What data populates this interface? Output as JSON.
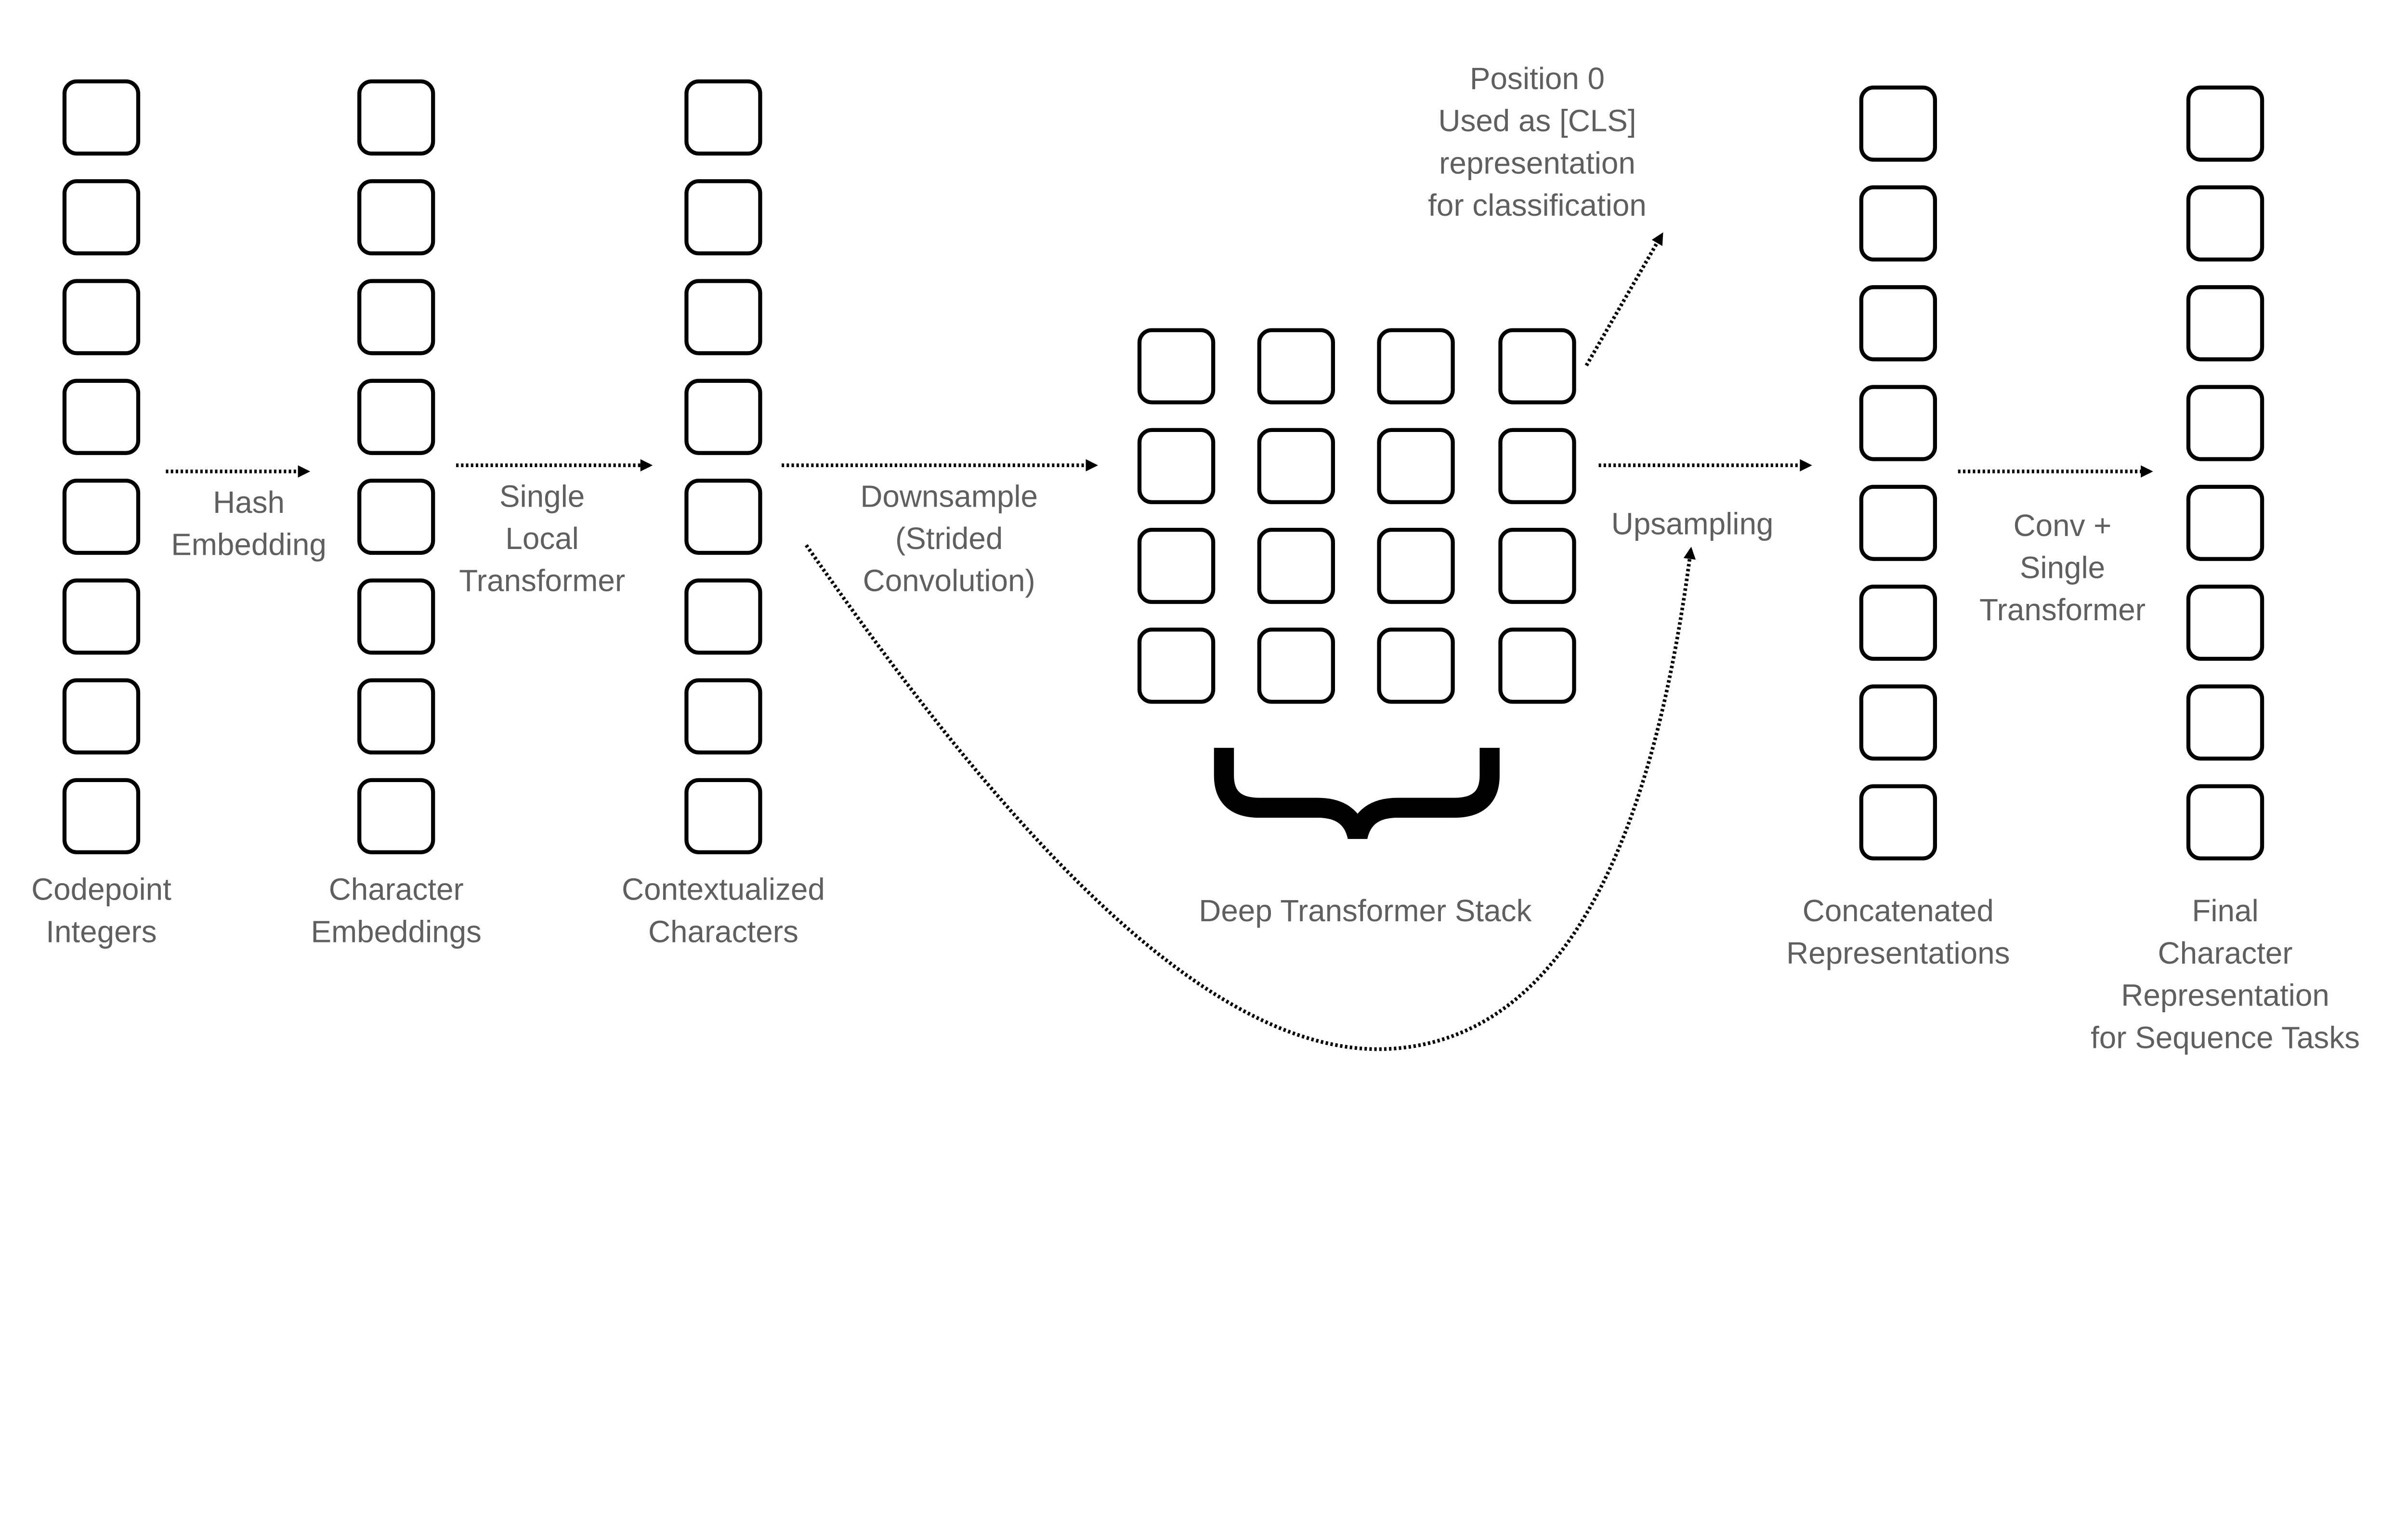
{
  "columns": [
    {
      "label": [
        "Codepoint",
        "Integers"
      ],
      "cells": 8
    },
    {
      "label": [
        "Character",
        "Embeddings"
      ],
      "cells": 8
    },
    {
      "label": [
        "Contextualized",
        "Characters"
      ],
      "cells": 8
    },
    {
      "label": [
        "Concatenated",
        "Representations"
      ],
      "cells": 8
    },
    {
      "label": [
        "Final",
        "Character",
        "Representation",
        "for Sequence Tasks"
      ],
      "cells": 8
    }
  ],
  "deep_stack": {
    "label": "Deep Transformer Stack",
    "rows": 4,
    "cols": 4
  },
  "arrows": {
    "hash": [
      "Hash",
      "Embedding"
    ],
    "local": [
      "Single",
      "Local",
      "Transformer"
    ],
    "downsample": [
      "Downsample",
      "(Strided",
      "Convolution)"
    ],
    "upsample": [
      "Upsampling"
    ],
    "final": [
      "Conv +",
      "Single",
      "Transformer"
    ]
  },
  "cls_note": [
    "Position 0",
    "Used as [CLS]",
    "representation",
    "for classification"
  ],
  "colors": {
    "label": "#5f5f5f",
    "stroke": "#000000",
    "background": "#ffffff"
  }
}
